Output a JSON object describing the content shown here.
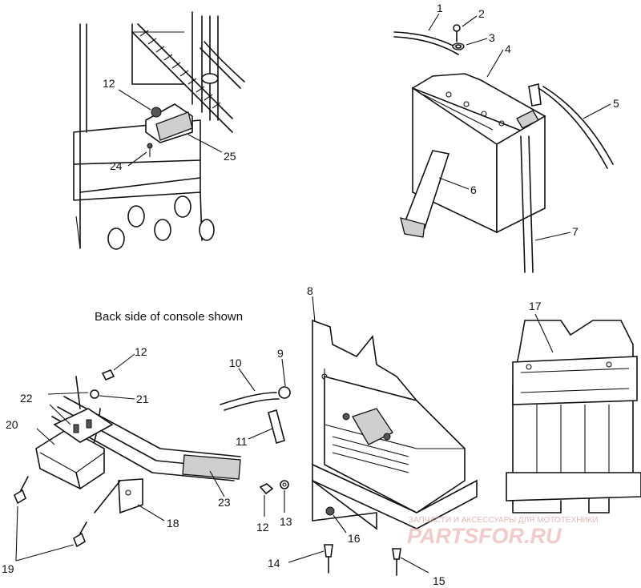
{
  "caption": "Back side of console shown",
  "callouts": [
    "1",
    "2",
    "3",
    "4",
    "5",
    "6",
    "7",
    "8",
    "9",
    "10",
    "11",
    "12",
    "12",
    "12",
    "13",
    "14",
    "15",
    "16",
    "17",
    "18",
    "19",
    "20",
    "21",
    "22",
    "23",
    "24",
    "25"
  ],
  "watermark": {
    "tagline": "ЗАПЧАСТИ И АКСЕССУАРЫ ДЛЯ МОТОТЕХНИКИ",
    "brand": "PARTSFOR.RU"
  }
}
